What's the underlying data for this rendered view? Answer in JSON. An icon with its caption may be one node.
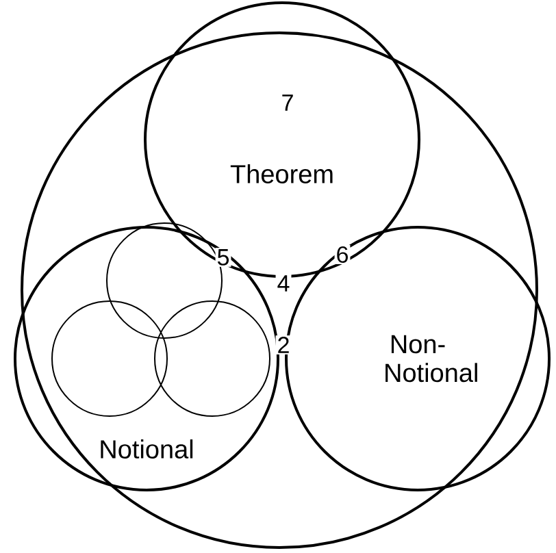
{
  "diagram": {
    "nodes": [
      {
        "text": [],
        "shape": "circle"
      },
      {
        "text": [
          "Theorem"
        ]
      },
      {
        "text": [
          "Notional"
        ],
        "in": 0
      },
      {
        "text": [
          "Non- Notional"
        ],
        "in": 0
      },
      {
        "text": [],
        "shape": "circle",
        "in": 2
      },
      {
        "text": [],
        "shape": "circle",
        "in": 2
      },
      {
        "text": [],
        "shape": "circle",
        "in": 2
      }
    ],
    "edges": [],
    "labels": [
      "7",
      "5",
      "6",
      "4",
      "2"
    ]
  }
}
